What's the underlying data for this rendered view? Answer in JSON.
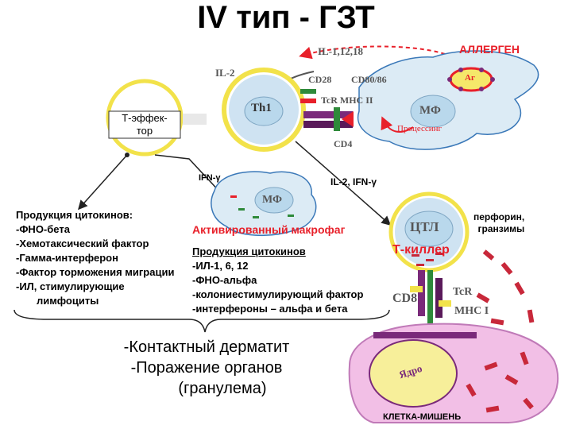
{
  "title": "IV тип - ГЗТ",
  "allergen_label": "АЛЛЕРГЕН",
  "cd4_cell": {
    "il_top": "IL-1,12,18",
    "il2": "IL-2",
    "th1": "Th1",
    "cd28": "CD28",
    "cd80_86": "CD80/86",
    "tcr_mhc2": "TcR MHC II",
    "mf": "МФ",
    "processing": "Процессинг",
    "cd4": "CD4",
    "ag": "Аг"
  },
  "t_effector_label": [
    "Т-эффек-",
    "тор"
  ],
  "ifn_gamma": "IFN-γ",
  "il2_ifn": "IL-2, IFN-γ",
  "activated_mf": {
    "mf": "МФ",
    "label": "Активированный макрофаг"
  },
  "cytokines_left": {
    "heading": "Продукция цитокинов:",
    "items": [
      "-ФНО-бета",
      "-Хемотаксический фактор",
      "-Гамма-интерферон",
      "-Фактор торможения миграции",
      "-ИЛ, стимулирующие",
      "лимфоциты"
    ]
  },
  "cytokines_mid": {
    "heading": "Продукция цитокинов",
    "items": [
      "-ИЛ-1, 6, 12",
      "-ФНО-альфа",
      "-колониестимулирующий фактор",
      "-интерфероны – альфа и бета"
    ]
  },
  "ctl_cell": {
    "ctl": "ЦТЛ",
    "t_killer": "Т-киллер",
    "perforin": [
      "перфорин,",
      "гранзимы"
    ],
    "cd8": "CD8",
    "tcr": "TcR",
    "mhc1": "MHC I",
    "nucleus": "Ядро",
    "target": "КЛЕТКА-МИШЕНЬ"
  },
  "outcomes": [
    "-Контактный дерматит",
    "-Поражение органов",
    "(гранулема)"
  ],
  "colors": {
    "red": "#e8202a",
    "cell_blue": "#cfe3f2",
    "macrophage_fill": "#dcebf5",
    "nucleus_fill": "#b9d8ec",
    "target_fill": "#f2bfe6",
    "target_nucleus": "#f7ef9a",
    "receptor_purple": "#7a2a7a",
    "receptor_green": "#2e8a3a",
    "granule": "#c8283a"
  }
}
